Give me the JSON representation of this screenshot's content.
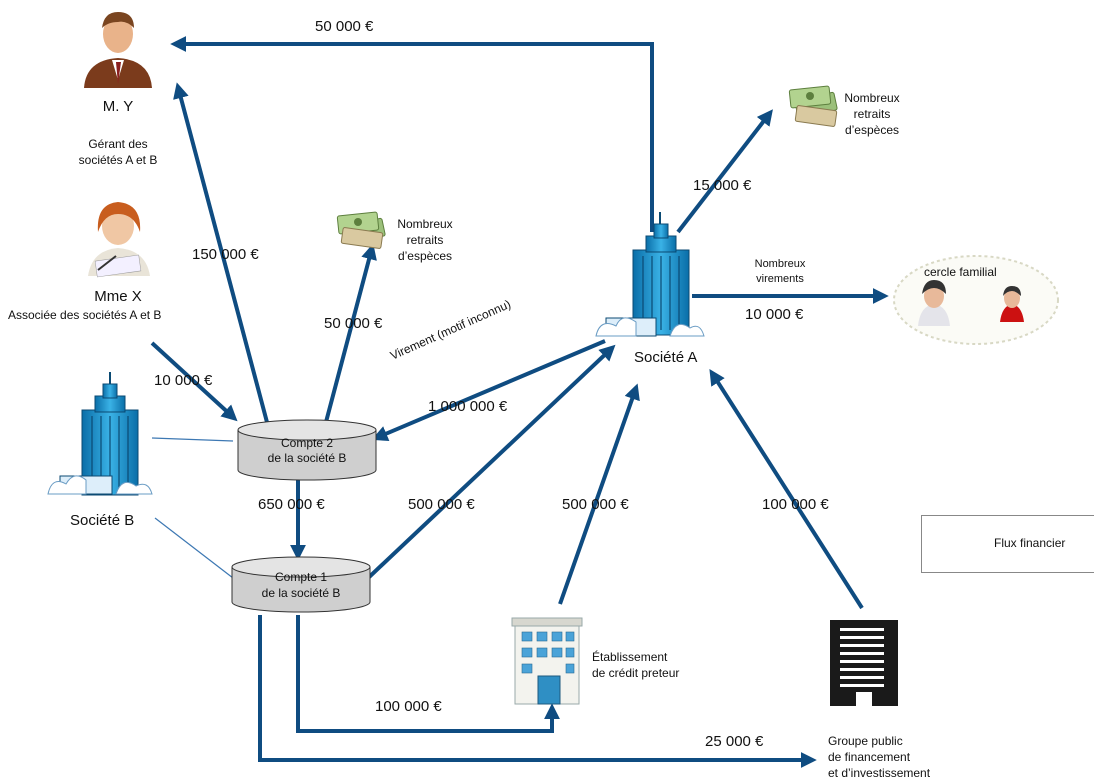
{
  "colors": {
    "flow": "#0f4c81",
    "cylinder": "#cfcfcf",
    "thin_link": "#3d78b3"
  },
  "people": {
    "my": {
      "name": "M. Y",
      "role_line1": "Gérant des",
      "role_line2": "sociétés A et B",
      "icon": "manager-person-icon"
    },
    "mmex": {
      "name": "Mme X",
      "role": "Associée des sociétés A et B",
      "icon": "woman-writing-icon"
    }
  },
  "entities": {
    "societe_a": {
      "label": "Société A",
      "icon": "office-building-icon"
    },
    "societe_b": {
      "label": "Société B",
      "icon": "office-building-icon"
    },
    "compte2": {
      "line1": "Compte 2",
      "line2": "de la société B"
    },
    "compte1": {
      "line1": "Compte 1",
      "line2": "de la société B"
    },
    "credit": {
      "line1": "Établissement",
      "line2": "de crédit preteur",
      "icon": "bank-building-icon"
    },
    "groupe": {
      "line1": "Groupe public",
      "line2": "de financement",
      "line3": "et d’investissement",
      "icon": "tower-building-icon"
    },
    "cercle": {
      "label": "cercle familial"
    }
  },
  "cash": {
    "line1": "Nombreux",
    "line2": "retraits",
    "line3": "d’espèces",
    "icon": "money-bills-icon"
  },
  "flows": {
    "a_to_my": "50 000 €",
    "compte2_to_my": "150 000 €",
    "mmex_to_compte2": "10 000 €",
    "compte2_cash": "50 000 €",
    "a_cash": "15 000 €",
    "a_to_family": "10 000 €",
    "a_to_family_note_line1": "Nombreux",
    "a_to_family_note_line2": "virements",
    "a_to_compte2": "1 000 000 €",
    "a_to_compte2_note": "Virement (motif inconnu)",
    "compte2_to_compte1": "650 000 €",
    "compte1_to_a": "500 000 €",
    "credit_to_a": "500 000 €",
    "groupe_to_a": "100 000 €",
    "compte1_to_credit": "100 000 €",
    "compte1_to_groupe": "25 000 €"
  },
  "legend": {
    "label": "Flux financier"
  }
}
